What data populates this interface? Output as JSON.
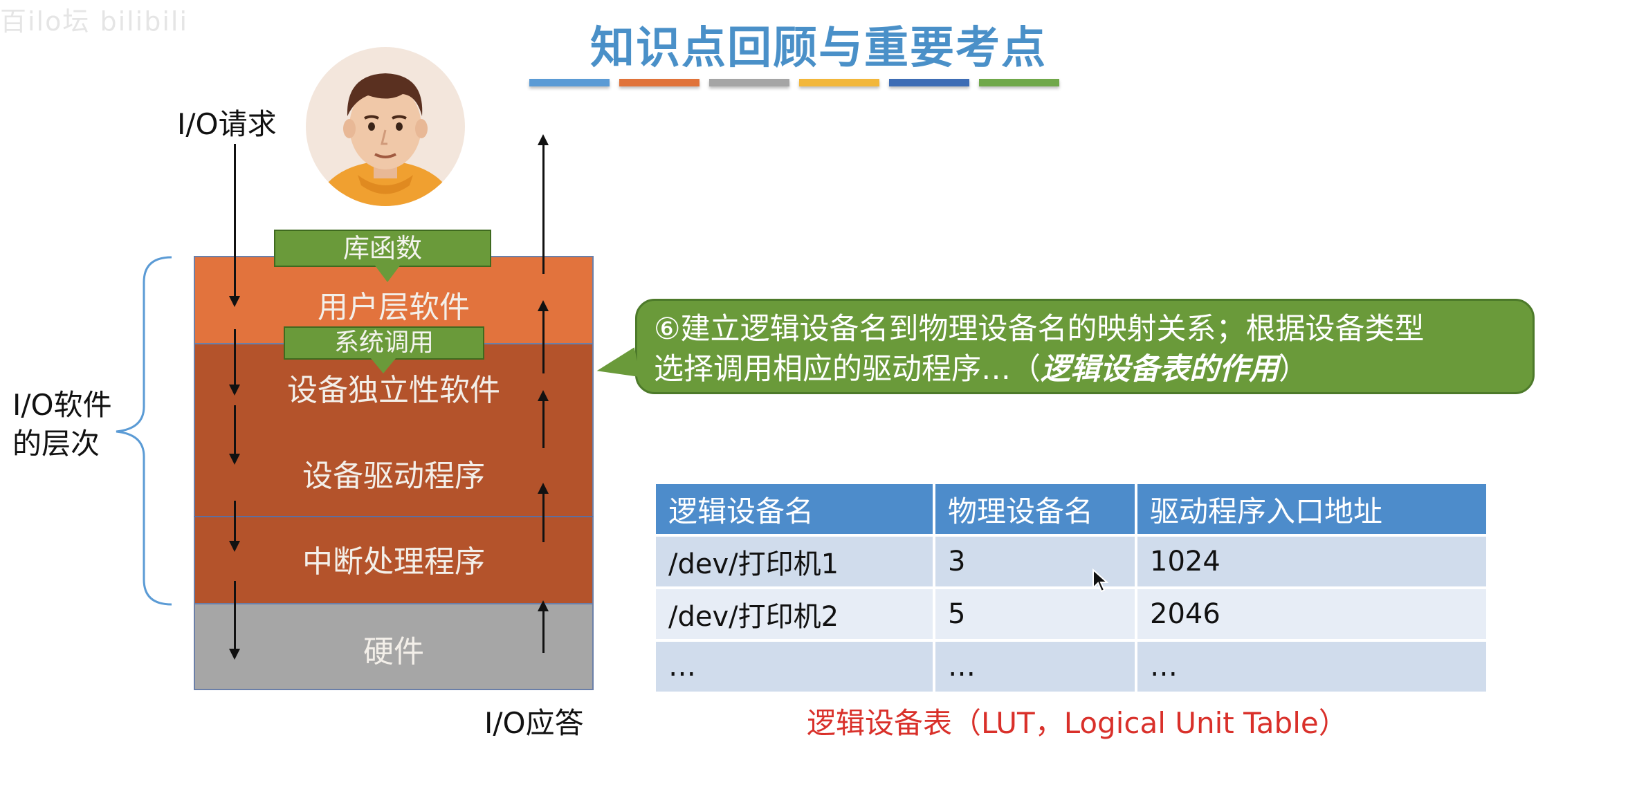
{
  "watermark": "百ilo坛 bilibili",
  "title": "知识点回顾与重要考点",
  "title_bar_colors": [
    "#5b9bd5",
    "#e0733a",
    "#a5a5a5",
    "#f2b73b",
    "#3e6db5",
    "#70a84a"
  ],
  "diagram": {
    "io_request": "I/O请求",
    "io_response": "I/O应答",
    "hierarchy_label_1": "I/O软件",
    "hierarchy_label_2": "的层次",
    "layers": {
      "user": "用户层软件",
      "independent": "设备独立性软件",
      "driver": "设备驱动程序",
      "interrupt": "中断处理程序",
      "hardware": "硬件"
    },
    "library_function": "库函数",
    "system_call": "系统调用",
    "colors": {
      "user_layer": "#e2733d",
      "kernel_layers": "#b4532b",
      "hardware": "#a6a6a6",
      "green": "#6a9a3a"
    }
  },
  "callout": {
    "line1": "⑥建立逻辑设备名到物理设备名的映射关系；根据设备类型",
    "line2_prefix": "选择调用相应的驱动程序…（",
    "line2_emphasis": "逻辑设备表的作用",
    "line2_suffix": "）"
  },
  "table": {
    "headers": [
      "逻辑设备名",
      "物理设备名",
      "驱动程序入口地址"
    ],
    "rows": [
      [
        "/dev/打印机1",
        "3",
        "1024"
      ],
      [
        "/dev/打印机2",
        "5",
        "2046"
      ],
      [
        "…",
        "…",
        "…"
      ]
    ]
  },
  "caption": "逻辑设备表（LUT，Logical Unit Table）"
}
